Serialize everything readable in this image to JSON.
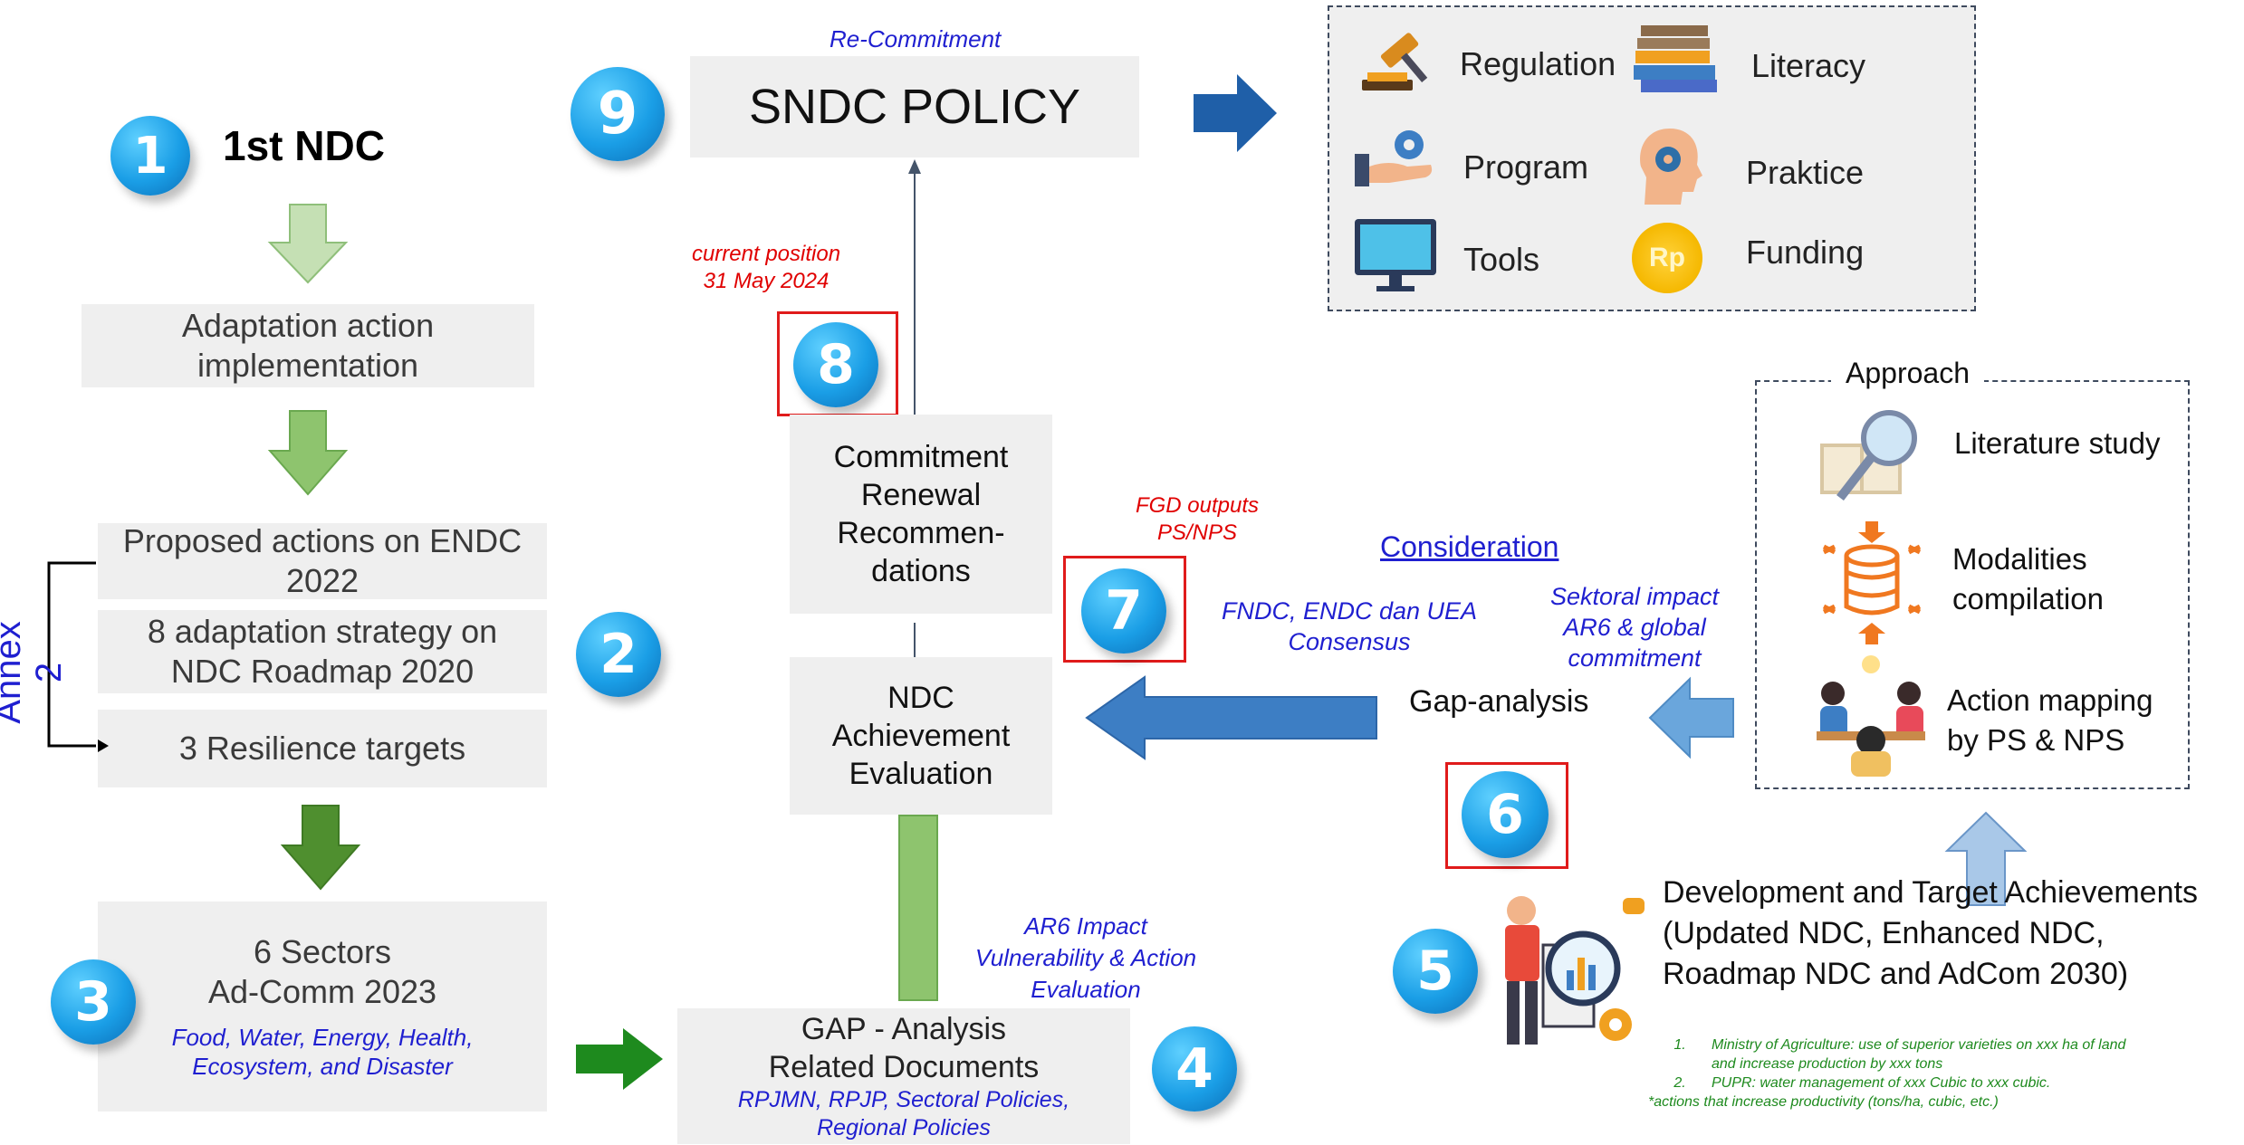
{
  "step1": {
    "number": "1",
    "title": "1st NDC"
  },
  "left_boxes": {
    "adaptation": "Adaptation action implementation",
    "proposed": "Proposed actions on ENDC 2022",
    "strategy": "8 adaptation strategy on NDC Roadmap 2020",
    "resilience": "3 Resilience targets",
    "sectors_title": "6 Sectors",
    "sectors_sub": "Ad-Comm 2023",
    "sectors_list": "Food, Water, Energy, Health, Ecosystem, and Disaster"
  },
  "annex": "Annex 2",
  "numbers": {
    "n2": "2",
    "n3": "3",
    "n4": "4",
    "n5": "5",
    "n6": "6",
    "n7": "7",
    "n8": "8",
    "n9": "9"
  },
  "center": {
    "recommit_label": "Re-Commitment",
    "sndc": "SNDC POLICY",
    "current_position": "current position",
    "current_date": "31 May 2024",
    "commitment": "Commitment Renewal Recommen-dations",
    "ndc_eval": "NDC Achievement Evaluation",
    "gap_title": "GAP - Analysis",
    "gap_sub": "Related Documents",
    "gap_docs": "RPJMN, RPJP, Sectoral Policies, Regional Policies",
    "ar6_label": "AR6 Impact Vulnerability & Action Evaluation"
  },
  "fgd": {
    "line1": "FGD outputs",
    "line2": "PS/NPS"
  },
  "consideration": {
    "title": "Consideration",
    "fndc": "FNDC, ENDC dan UEA Consensus",
    "sektoral": "Sektoral impact AR6 & global commitment",
    "gap_analysis": "Gap-analysis"
  },
  "policy_tools": [
    {
      "label": "Regulation",
      "icon": "gavel-icon"
    },
    {
      "label": "Literacy",
      "icon": "books-icon"
    },
    {
      "label": "Program",
      "icon": "hand-gear-icon"
    },
    {
      "label": "Praktice",
      "icon": "head-gear-icon"
    },
    {
      "label": "Tools",
      "icon": "monitor-icon"
    },
    {
      "label": "Funding",
      "icon": "coin-icon"
    }
  ],
  "coin_text": "Rp",
  "approach": {
    "title": "Approach",
    "items": [
      {
        "label": "Literature study",
        "icon": "book-magnifier-icon"
      },
      {
        "label": "Modalities compilation",
        "icon": "database-icon"
      },
      {
        "label": "Action mapping by PS & NPS",
        "icon": "meeting-icon"
      }
    ]
  },
  "development": {
    "title": "Development and Target Achievements (Updated NDC, Enhanced NDC, Roadmap NDC and AdCom 2030)",
    "notes": [
      {
        "num": "1.",
        "text": "Ministry of Agriculture: use of superior varieties on xxx ha of land",
        "cont": "and increase production by xxx tons"
      },
      {
        "num": "2.",
        "text": "PUPR: water management of xxx Cubic to xxx cubic.",
        "cont": ""
      }
    ],
    "footnote": "*actions that increase productivity (tons/ha, cubic, etc.)"
  },
  "colors": {
    "accent_blue": "#1f5fa8",
    "light_blue": "#6aa6dc",
    "green_dark": "#1e8a1e",
    "green_mid": "#6aa84f",
    "green_light": "#a9d08e",
    "red": "#e01b1b"
  }
}
